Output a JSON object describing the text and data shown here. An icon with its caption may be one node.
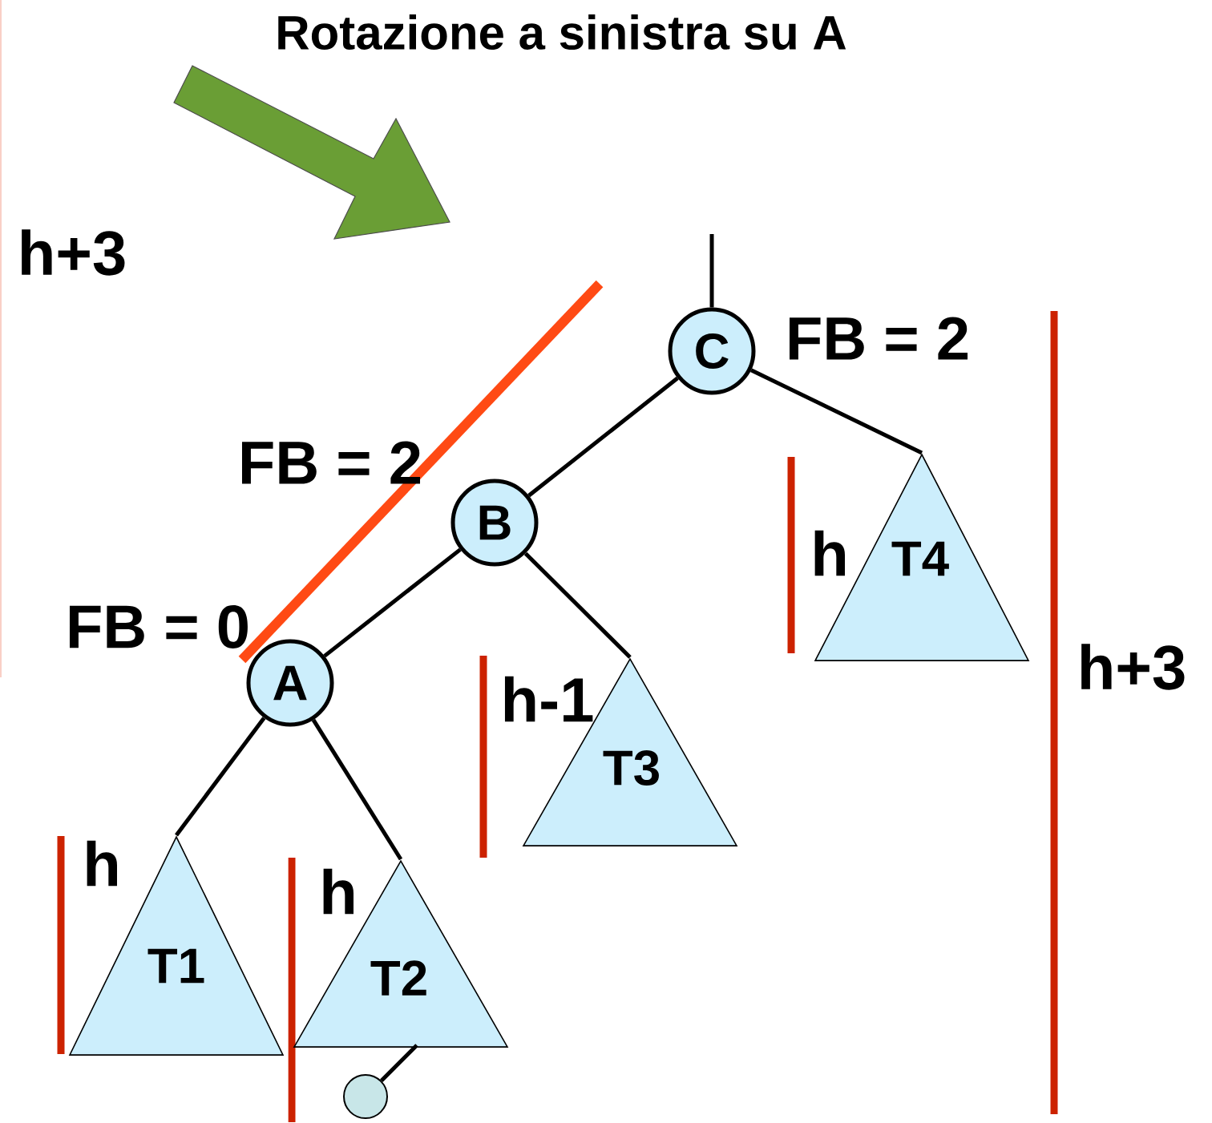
{
  "diagram": {
    "title": "Rotazione a sinistra su A",
    "nodes": [
      {
        "text": [
          "C"
        ],
        "beside": [
          "FB =  2"
        ]
      },
      {
        "text": [
          "B"
        ],
        "beside": [
          "FB = 2"
        ]
      },
      {
        "text": [
          "A"
        ],
        "beside": [
          "FB = 0"
        ]
      },
      {
        "text": [
          "T1"
        ]
      },
      {
        "text": [
          "T2"
        ]
      },
      {
        "text": [
          "T3"
        ]
      },
      {
        "text": [
          "T4"
        ]
      },
      {
        "text": [],
        "shape": "circle"
      }
    ],
    "edges": [
      {
        "from": null,
        "to": 0,
        "arrow": "none"
      },
      {
        "from": 0,
        "to": 1,
        "arrow": "none"
      },
      {
        "from": 1,
        "to": 2,
        "arrow": "none"
      },
      {
        "from": 2,
        "to": 3,
        "arrow": "none"
      },
      {
        "from": 2,
        "to": 4,
        "arrow": "none"
      },
      {
        "from": 1,
        "to": 5,
        "arrow": "none"
      },
      {
        "from": 0,
        "to": 6,
        "arrow": "none"
      },
      {
        "from": 4,
        "to": 7,
        "arrow": "none"
      }
    ],
    "labels": [
      "h+3",
      "h",
      "h-1",
      "h",
      "h",
      "h+3"
    ]
  }
}
